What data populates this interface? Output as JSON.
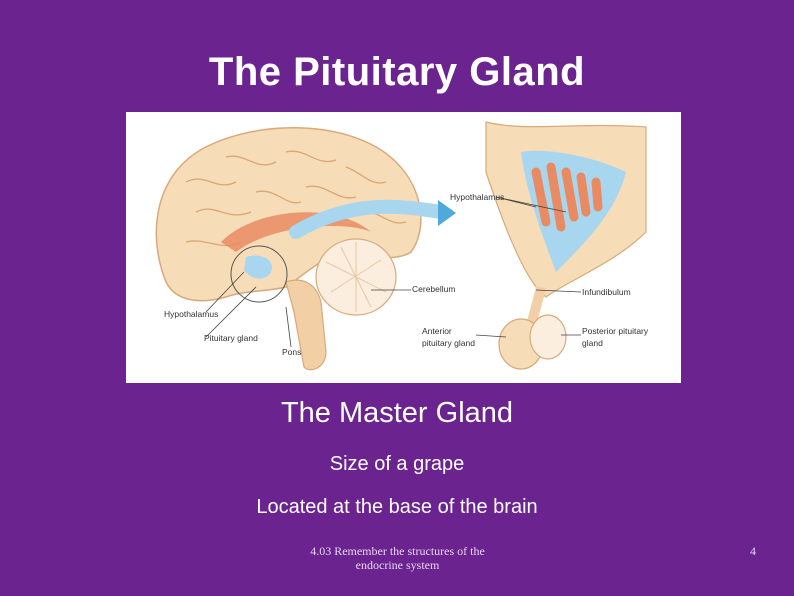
{
  "slide": {
    "title": "The Pituitary Gland",
    "subtitle": "The Master Gland",
    "bullets": [
      "Size of a grape",
      "Located at the base of the brain"
    ],
    "footer": "4.03 Remember the structures of the endocrine system",
    "page_number": "4"
  },
  "figure": {
    "labels": {
      "hypothalamus_left": "Hypothalamus",
      "pituitary_gland": "Pituitary gland",
      "pons": "Pons",
      "cerebellum": "Cerebellum",
      "hypothalamus_right": "Hypothalamus",
      "infundibulum": "Infundibulum",
      "anterior_1": "Anterior",
      "anterior_2": "pituitary gland",
      "posterior_1": "Posterior pituitary",
      "posterior_2": "gland"
    }
  },
  "colors": {
    "background": "#6a238f",
    "brain": "#f7dcb8",
    "highlight": "#a9d6ef",
    "tissue": "#e98b62"
  }
}
